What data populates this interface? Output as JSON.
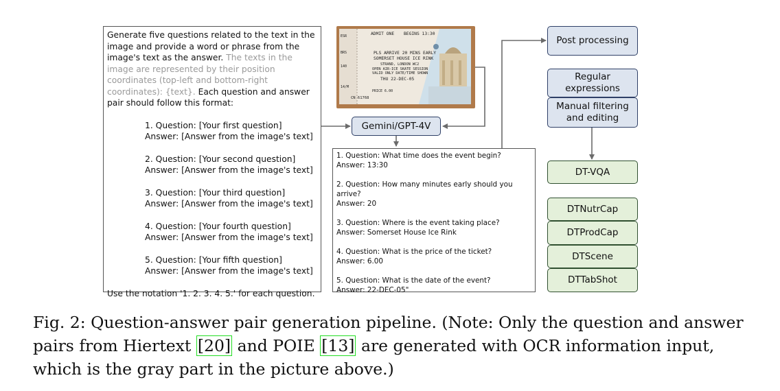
{
  "prompt": {
    "intro_dark": "Generate five questions related to the text in the image and provide a word or phrase from the image's text as the answer.",
    "intro_gray": "The texts in the image are represented by their position coordinates (top-left and bottom-right coordinates): {text}.",
    "intro_dark2": "Each question and answer pair should follow this format:",
    "items": [
      {
        "q": "1. Question: [Your first question]",
        "a": "Answer: [Answer from the image's text]"
      },
      {
        "q": "2. Question: [Your second question]",
        "a": "Answer: [Answer from the image's text]"
      },
      {
        "q": "3. Question: [Your third question]",
        "a": "Answer: [Answer from the image's text]"
      },
      {
        "q": "4. Question: [Your fourth question]",
        "a": "Answer: [Answer from the image's text]"
      },
      {
        "q": "5. Question: [Your fifth question]",
        "a": "Answer: [Answer from the image's text]"
      }
    ],
    "footer": "Use the notation '1. 2. 3. 4. 5.' for each question."
  },
  "ticket": {
    "admit": "ADMIT ONE",
    "begins": "BEGINS 13:30",
    "line1": "PLS ARRIVE 20 MINS EARLY",
    "line2": "SOMERSET HOUSE ICE RINK",
    "line3": "STRAND, LONDON WC2",
    "line4": "OPEN AIR-ICE SKATE SESSION",
    "line5": "VALID ONLY DATE/TIME SHOWN",
    "date": "THU 22-DEC-05",
    "price": "PRICE 6.00",
    "cn": "CN 61768"
  },
  "model_label": "Gemini/GPT-4V",
  "answers": [
    {
      "q": "1. Question: What time does the event begin?",
      "a": "Answer: 13:30"
    },
    {
      "q": "2. Question: How many minutes early should you arrive?",
      "a": "Answer: 20"
    },
    {
      "q": "3. Question: Where is the event taking place?",
      "a": "Answer: Somerset House Ice Rink"
    },
    {
      "q": "4. Question: What is the price of the ticket?",
      "a": "Answer: 6.00"
    },
    {
      "q": "5. Question: What is the date of the event?",
      "a": "Answer: 22-DEC-05\""
    }
  ],
  "processing": {
    "post": "Post processing",
    "regex": "Regular expressions",
    "manual": "Manual filtering and editing"
  },
  "datasets": [
    "DT-VQA",
    "DTNutrCap",
    "DTProdCap",
    "DTScene",
    "DTTabShot"
  ],
  "caption": {
    "label": "Fig. 2:",
    "text1": " Question-answer pair generation pipeline. (Note: Only the question and answer pairs from Hiertext ",
    "cite1": "[20]",
    "text2": " and POIE ",
    "cite2": "[13]",
    "text3": " are generated with OCR information input, which is the gray part in the picture above.)"
  }
}
